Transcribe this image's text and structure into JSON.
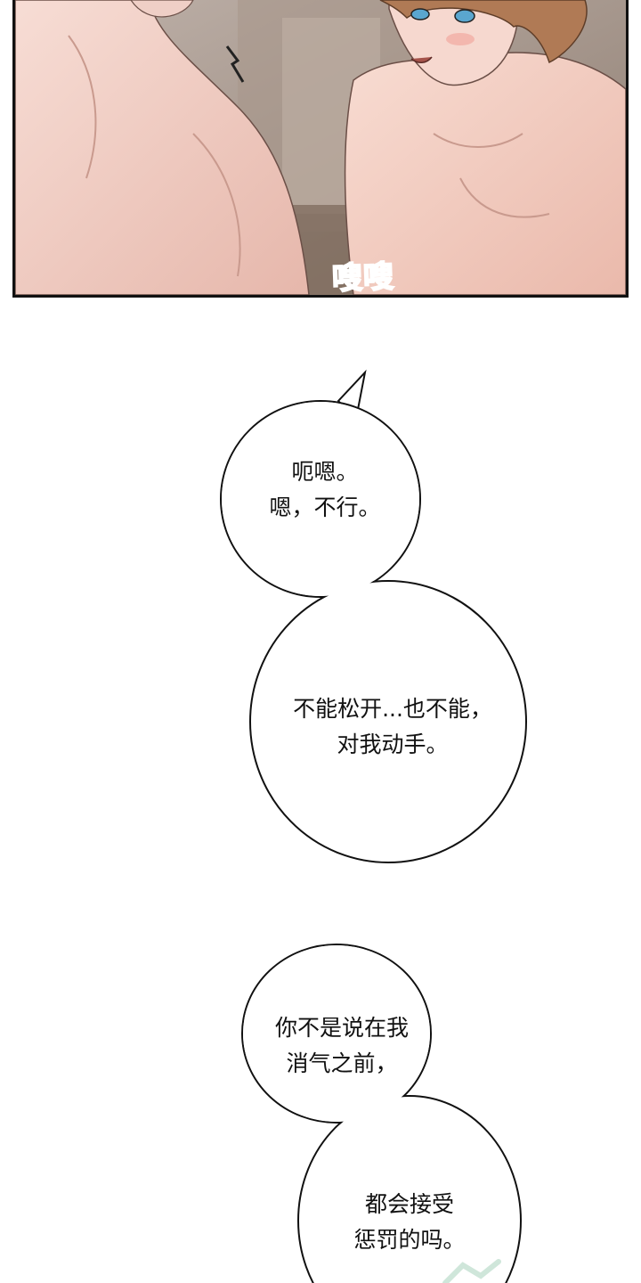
{
  "panel": {
    "sound_effect": "嗖嗖"
  },
  "bubbles": [
    {
      "lines": [
        "呃嗯。",
        "嗯，不行。"
      ]
    },
    {
      "lines": [
        "不能松开...也不能，",
        "对我动手。"
      ]
    },
    {
      "lines": [
        "你不是说在我",
        "消气之前，"
      ]
    },
    {
      "lines": [
        "都会接受",
        "惩罚的吗。"
      ]
    }
  ],
  "colors": {
    "skin": "#f1cfc6",
    "hair": "#b07a55",
    "background_wall": "#b6a89e",
    "sfx": "#a7e1ef",
    "bubble_outline": "#111111"
  }
}
